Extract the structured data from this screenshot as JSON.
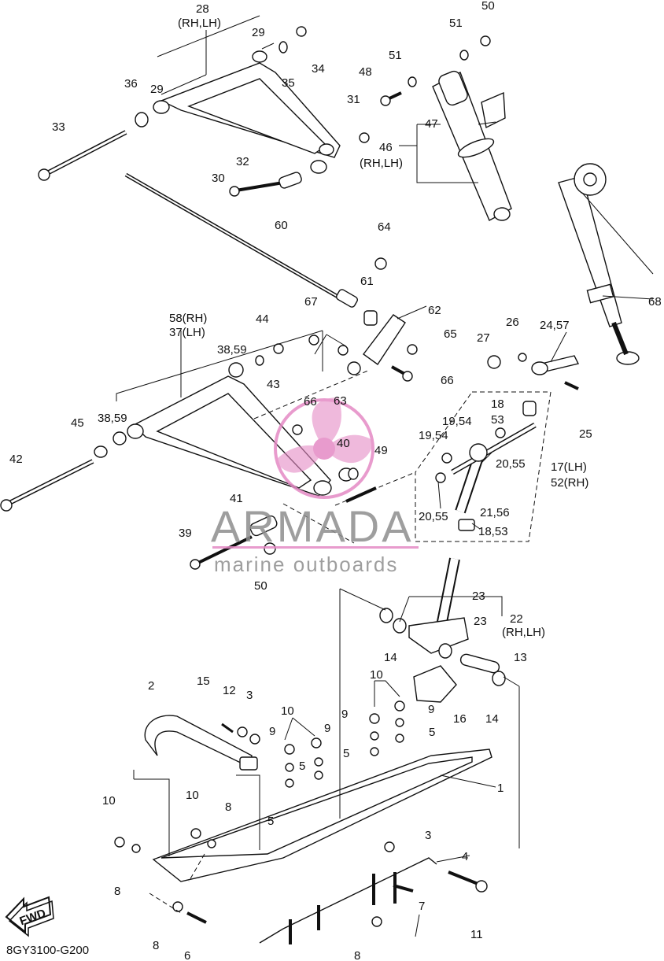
{
  "drawing_code": "8GY3100-G200",
  "fwd_label": "FWD",
  "watermark": {
    "brand": "ARMADA",
    "tagline": "marine outboards",
    "color": "#e58ac5"
  },
  "callouts": [
    "1",
    "2",
    "3",
    "3",
    "4",
    "5",
    "5",
    "5",
    "5",
    "6",
    "7",
    "8",
    "8",
    "8",
    "8",
    "9",
    "9",
    "9",
    "9",
    "10",
    "10",
    "10",
    "10",
    "10",
    "11",
    "12",
    "13",
    "14",
    "14",
    "15",
    "16",
    "17(LH)",
    "52(RH)",
    "18",
    "53",
    "18,53",
    "19,54",
    "19,54",
    "20,55",
    "20,55",
    "21,56",
    "22",
    "(RH,LH)",
    "23",
    "23",
    "24,57",
    "25",
    "26",
    "27",
    "28",
    "(RH,LH)",
    "29",
    "29",
    "30",
    "31",
    "32",
    "33",
    "34",
    "35",
    "36",
    "37(LH)",
    "58(RH)",
    "38,59",
    "38,59",
    "39",
    "40",
    "41",
    "42",
    "43",
    "44",
    "45",
    "46",
    "(RH,LH)",
    "47",
    "48",
    "49",
    "50",
    "50",
    "51",
    "51",
    "60",
    "61",
    "62",
    "63",
    "64",
    "65",
    "66",
    "66",
    "67",
    "68"
  ]
}
